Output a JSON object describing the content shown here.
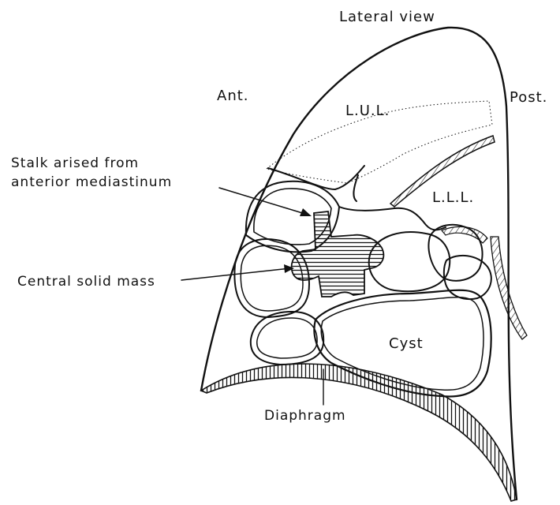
{
  "labels": {
    "view": "Lateral view",
    "anterior": "Ant.",
    "posterior": "Post.",
    "upper_lobe": "L.U.L.",
    "lower_lobe": "L.L.L.",
    "stalk_line1": "Stalk arised from",
    "stalk_line2": "anterior mediastinum",
    "mass": "Central solid mass",
    "cyst": "Cyst",
    "diaphragm": "Diaphragm"
  },
  "colors": {
    "ink": "#111111",
    "paper": "#ffffff"
  }
}
